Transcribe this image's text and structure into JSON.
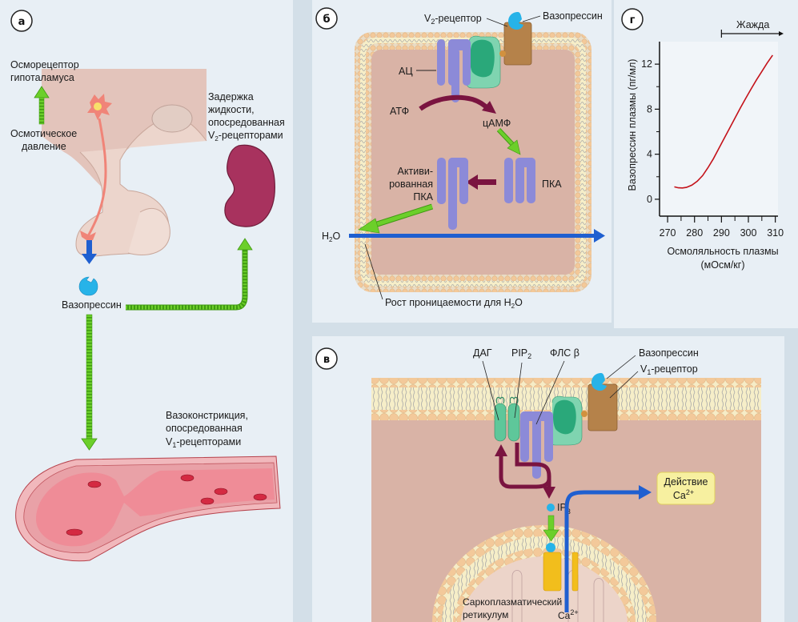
{
  "panels": {
    "a": {
      "badge": "а",
      "osmoreceptor_line1": "Осморецептор",
      "osmoreceptor_line2": "гипоталамуса",
      "osmotic_line1": "Осмотическое",
      "osmotic_line2": "давление",
      "retention_line1": "Задержка",
      "retention_line2": "жидкости,",
      "retention_line3": "опосредованная",
      "retention_line4_prefix": "V",
      "retention_line4_sub": "2",
      "retention_line4_suffix": "-рецепторами",
      "vasopressin": "Вазопрессин",
      "vasoconstriction_line1": "Вазоконстрикция,",
      "vasoconstriction_line2": "опосредованная",
      "vasoconstriction_line3_prefix": "V",
      "vasoconstriction_line3_sub": "1",
      "vasoconstriction_line3_suffix": "-рецепторами"
    },
    "b": {
      "badge": "б",
      "v2_receptor_prefix": "V",
      "v2_receptor_sub": "2",
      "v2_receptor_suffix": "-рецептор",
      "vasopressin": "Вазопрессин",
      "ac": "АЦ",
      "atp": "АТФ",
      "camp": "цАМФ",
      "activated_line1": "Активи-",
      "activated_line2": "рованная",
      "activated_line3": "ПКА",
      "pka": "ПКА",
      "water_prefix": "H",
      "water_sub": "2",
      "water_suffix": "O",
      "permeability_prefix": "Рост проницаемости для H",
      "permeability_sub": "2",
      "permeability_suffix": "O"
    },
    "v": {
      "badge": "в",
      "dag": "ДАГ",
      "pip2_prefix": "PIP",
      "pip2_sub": "2",
      "plc": "ФЛС β",
      "vasopressin": "Вазопрессин",
      "v1_receptor_prefix": "V",
      "v1_receptor_sub": "1",
      "v1_receptor_suffix": "-рецептор",
      "ip3_prefix": "IP",
      "ip3_sub": "3",
      "action_line1": "Действие",
      "action_line2_prefix": "Ca",
      "action_line2_sup": "2+",
      "sr_line1": "Саркоплазматический",
      "sr_line2": "ретикулум",
      "ca_prefix": "Ca",
      "ca_sup": "2+"
    },
    "g": {
      "badge": "г",
      "thirst": "Жажда"
    }
  },
  "colors": {
    "green_arrow": "#5fbf1f",
    "blue_arrow": "#1f5fd0",
    "purple_arrow": "#7a1440",
    "vasopressin": "#27b3e8",
    "curve": "#c4121a",
    "receptor": "#b5824a",
    "adenylyl": "#8c8ad8",
    "g_protein": "#2aa87a",
    "kidney": "#a8325e",
    "cytoplasm": "#d9b3a6",
    "membrane": "#f1c89a",
    "action_box": "#f7f0a0",
    "channel": "#f2be1c"
  },
  "chart_data": {
    "type": "line",
    "title": "",
    "xlabel": "Осмоляльность плазмы (мОсм/кг)",
    "xlabel_line1": "Осмоляльность плазмы",
    "xlabel_line2": "(мОсм/кг)",
    "ylabel": "Вазопрессин плазмы (пг/мл)",
    "xlim": [
      267,
      311
    ],
    "ylim": [
      -1.5,
      14
    ],
    "x_ticks": [
      270,
      280,
      290,
      300,
      310
    ],
    "x_tick_labels": [
      "270",
      "280",
      "290",
      "300",
      "310"
    ],
    "x_minor_ticks": [
      275,
      285,
      295,
      305
    ],
    "y_ticks": [
      0,
      4,
      8,
      12
    ],
    "y_tick_labels": [
      "0",
      "4",
      "8",
      "12"
    ],
    "y_minor_ticks": [
      2,
      6,
      10
    ],
    "grid": false,
    "annotation": {
      "text": "Жажда",
      "x_start": 290,
      "direction": "right"
    },
    "series": [
      {
        "name": "Вазопрессин",
        "x": [
          272.5,
          274,
          275.5,
          277,
          279,
          281,
          283,
          285,
          287,
          289,
          291,
          293,
          295,
          297,
          299,
          301,
          303,
          305,
          307,
          309
        ],
        "y": [
          1.1,
          1.02,
          1.0,
          1.05,
          1.25,
          1.6,
          2.1,
          2.8,
          3.6,
          4.5,
          5.4,
          6.3,
          7.2,
          8.1,
          8.95,
          9.8,
          10.6,
          11.35,
          12.1,
          12.8
        ]
      }
    ]
  }
}
